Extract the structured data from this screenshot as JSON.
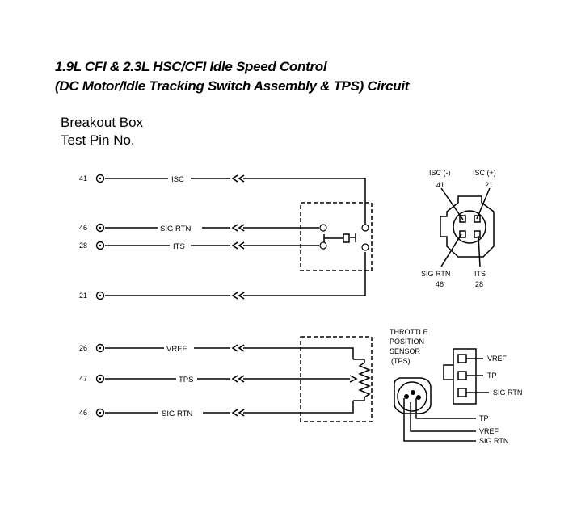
{
  "title": {
    "line1": "1.9L CFI & 2.3L HSC/CFI Idle Speed Control",
    "line2": "(DC Motor/Idle Tracking Switch Assembly & TPS) Circuit"
  },
  "header": {
    "line1": "Breakout Box",
    "line2": "Test Pin No."
  },
  "isc_circuit": {
    "pins": [
      {
        "pin": "41",
        "signal": "ISC"
      },
      {
        "pin": "46",
        "signal": "SIG RTN"
      },
      {
        "pin": "28",
        "signal": "ITS"
      },
      {
        "pin": "21",
        "signal": ""
      }
    ]
  },
  "isc_connector": {
    "top_left_label": "ISC (-)",
    "top_left_pin": "41",
    "top_right_label": "ISC (+)",
    "top_right_pin": "21",
    "bottom_left_label": "SIG RTN",
    "bottom_left_pin": "46",
    "bottom_right_label": "ITS",
    "bottom_right_pin": "28"
  },
  "tps_circuit": {
    "pins": [
      {
        "pin": "26",
        "signal": "VREF"
      },
      {
        "pin": "47",
        "signal": "TPS"
      },
      {
        "pin": "46",
        "signal": "SIG RTN"
      }
    ]
  },
  "tps_sensor": {
    "label_lines": [
      "THROTTLE",
      "POSITION",
      "SENSOR",
      "(TPS)"
    ],
    "connector_labels": [
      "VREF",
      "TP",
      "SIG RTN"
    ],
    "lead_labels": [
      "TP",
      "VREF",
      "SIG RTN"
    ]
  }
}
